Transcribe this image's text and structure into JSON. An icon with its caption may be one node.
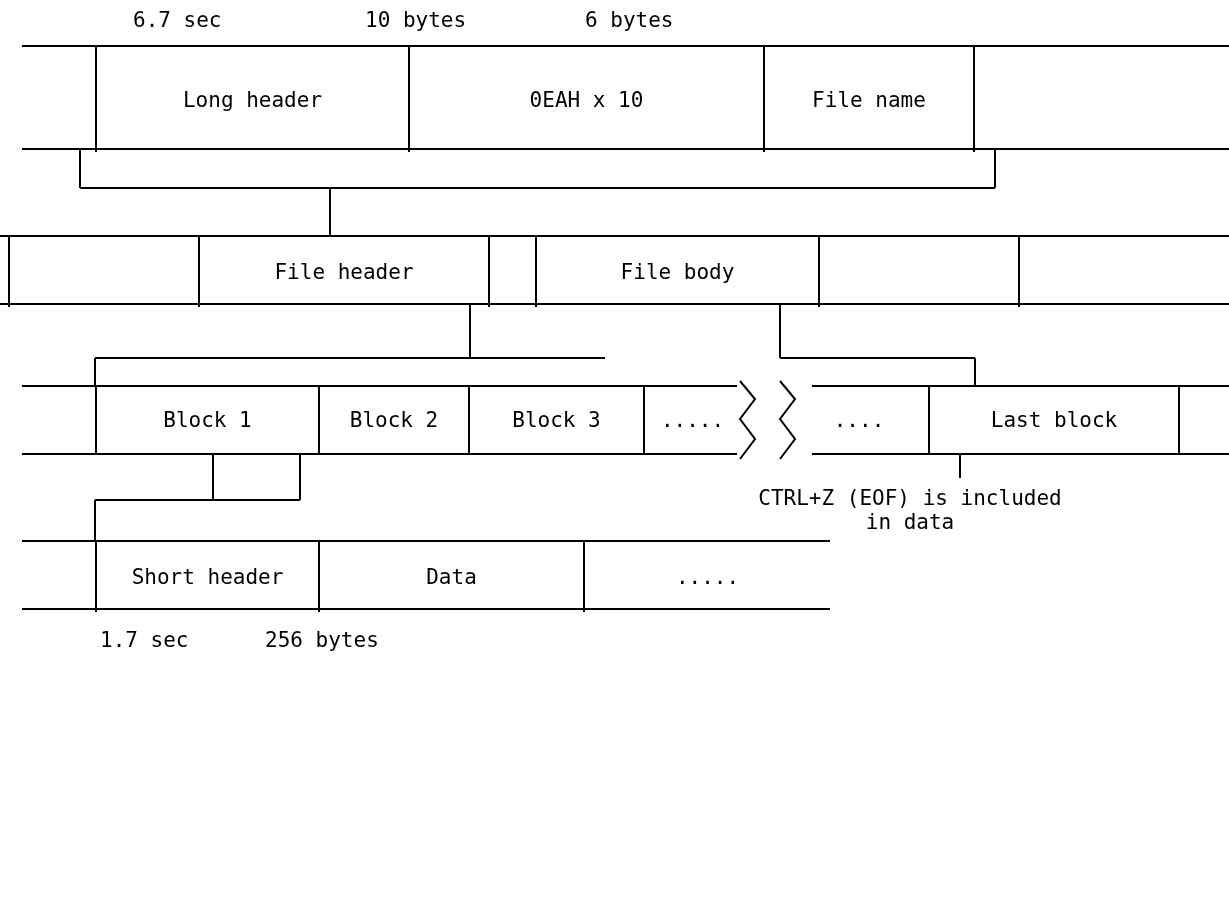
{
  "diagram": {
    "nodes": [
      {
        "text": [],
        "shape": "box"
      },
      {
        "text": [
          "Long header"
        ],
        "in": 0
      },
      {
        "text": [
          "0EAH x 10"
        ],
        "in": 0
      },
      {
        "text": [
          "File name"
        ],
        "in": 0
      },
      {
        "text": [],
        "shape": "box"
      },
      {
        "text": [],
        "shape": "box",
        "in": 4
      },
      {
        "text": [
          "File header"
        ],
        "in": 4
      },
      {
        "text": [],
        "shape": "box",
        "in": 4
      },
      {
        "text": [
          "File body"
        ],
        "in": 4
      },
      {
        "text": [],
        "shape": "box",
        "in": 4
      },
      {
        "text": [],
        "shape": "box"
      },
      {
        "text": [
          "Block 1"
        ],
        "in": 10
      },
      {
        "text": [
          "Block 2"
        ],
        "in": 10
      },
      {
        "text": [
          "Block 3"
        ],
        "in": 10
      },
      {
        "text": [
          "....."
        ],
        "in": 10
      },
      {
        "text": [
          "...."
        ],
        "in": 10
      },
      {
        "text": [
          "Last block"
        ],
        "in": 10
      },
      {
        "text": [
          "CTRL+Z (EOF) is included in data"
        ]
      },
      {
        "text": [],
        "shape": "box"
      },
      {
        "text": [
          "Short header"
        ],
        "in": 18
      },
      {
        "text": [
          "Data"
        ],
        "in": 18
      },
      {
        "text": [
          "....."
        ],
        "in": 18
      }
    ],
    "edges": [
      {
        "from": 6,
        "to": 0,
        "arrow": "none"
      },
      {
        "from": 6,
        "to": 11,
        "arrow": "none"
      },
      {
        "from": 8,
        "to": 16,
        "arrow": "none"
      },
      {
        "from": 11,
        "to": 18,
        "arrow": "none"
      },
      {
        "from": 17,
        "to": 16,
        "arrow": "none"
      }
    ],
    "labels": [
      "6.7 sec",
      "10 bytes",
      "6 bytes",
      "1.7 sec",
      "256 bytes"
    ]
  }
}
